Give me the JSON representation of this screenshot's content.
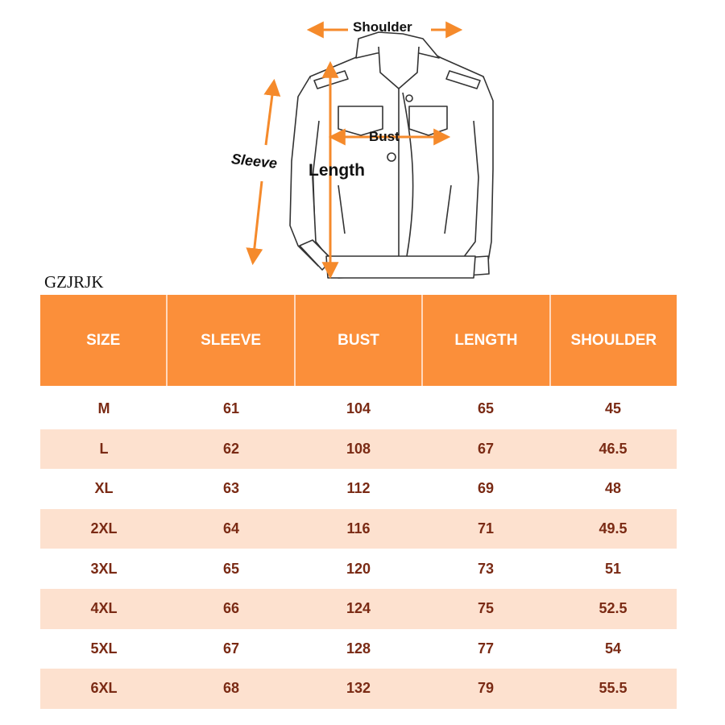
{
  "diagram": {
    "labels": {
      "shoulder": "Shoulder",
      "bust": "Bust",
      "length": "Length",
      "sleeve": "Sleeve"
    },
    "arrow_color": "#f58a2b"
  },
  "brand": "GZJRJK",
  "table": {
    "header_color": "#fb8f3a",
    "alt_row_color": "#fde1cf",
    "value_color": "#7a2a14",
    "columns": [
      "SIZE",
      "SLEEVE",
      "BUST",
      "LENGTH",
      "SHOULDER"
    ],
    "rows": [
      [
        "M",
        "61",
        "104",
        "65",
        "45"
      ],
      [
        "L",
        "62",
        "108",
        "67",
        "46.5"
      ],
      [
        "XL",
        "63",
        "112",
        "69",
        "48"
      ],
      [
        "2XL",
        "64",
        "116",
        "71",
        "49.5"
      ],
      [
        "3XL",
        "65",
        "120",
        "73",
        "51"
      ],
      [
        "4XL",
        "66",
        "124",
        "75",
        "52.5"
      ],
      [
        "5XL",
        "67",
        "128",
        "77",
        "54"
      ],
      [
        "6XL",
        "68",
        "132",
        "79",
        "55.5"
      ]
    ]
  }
}
